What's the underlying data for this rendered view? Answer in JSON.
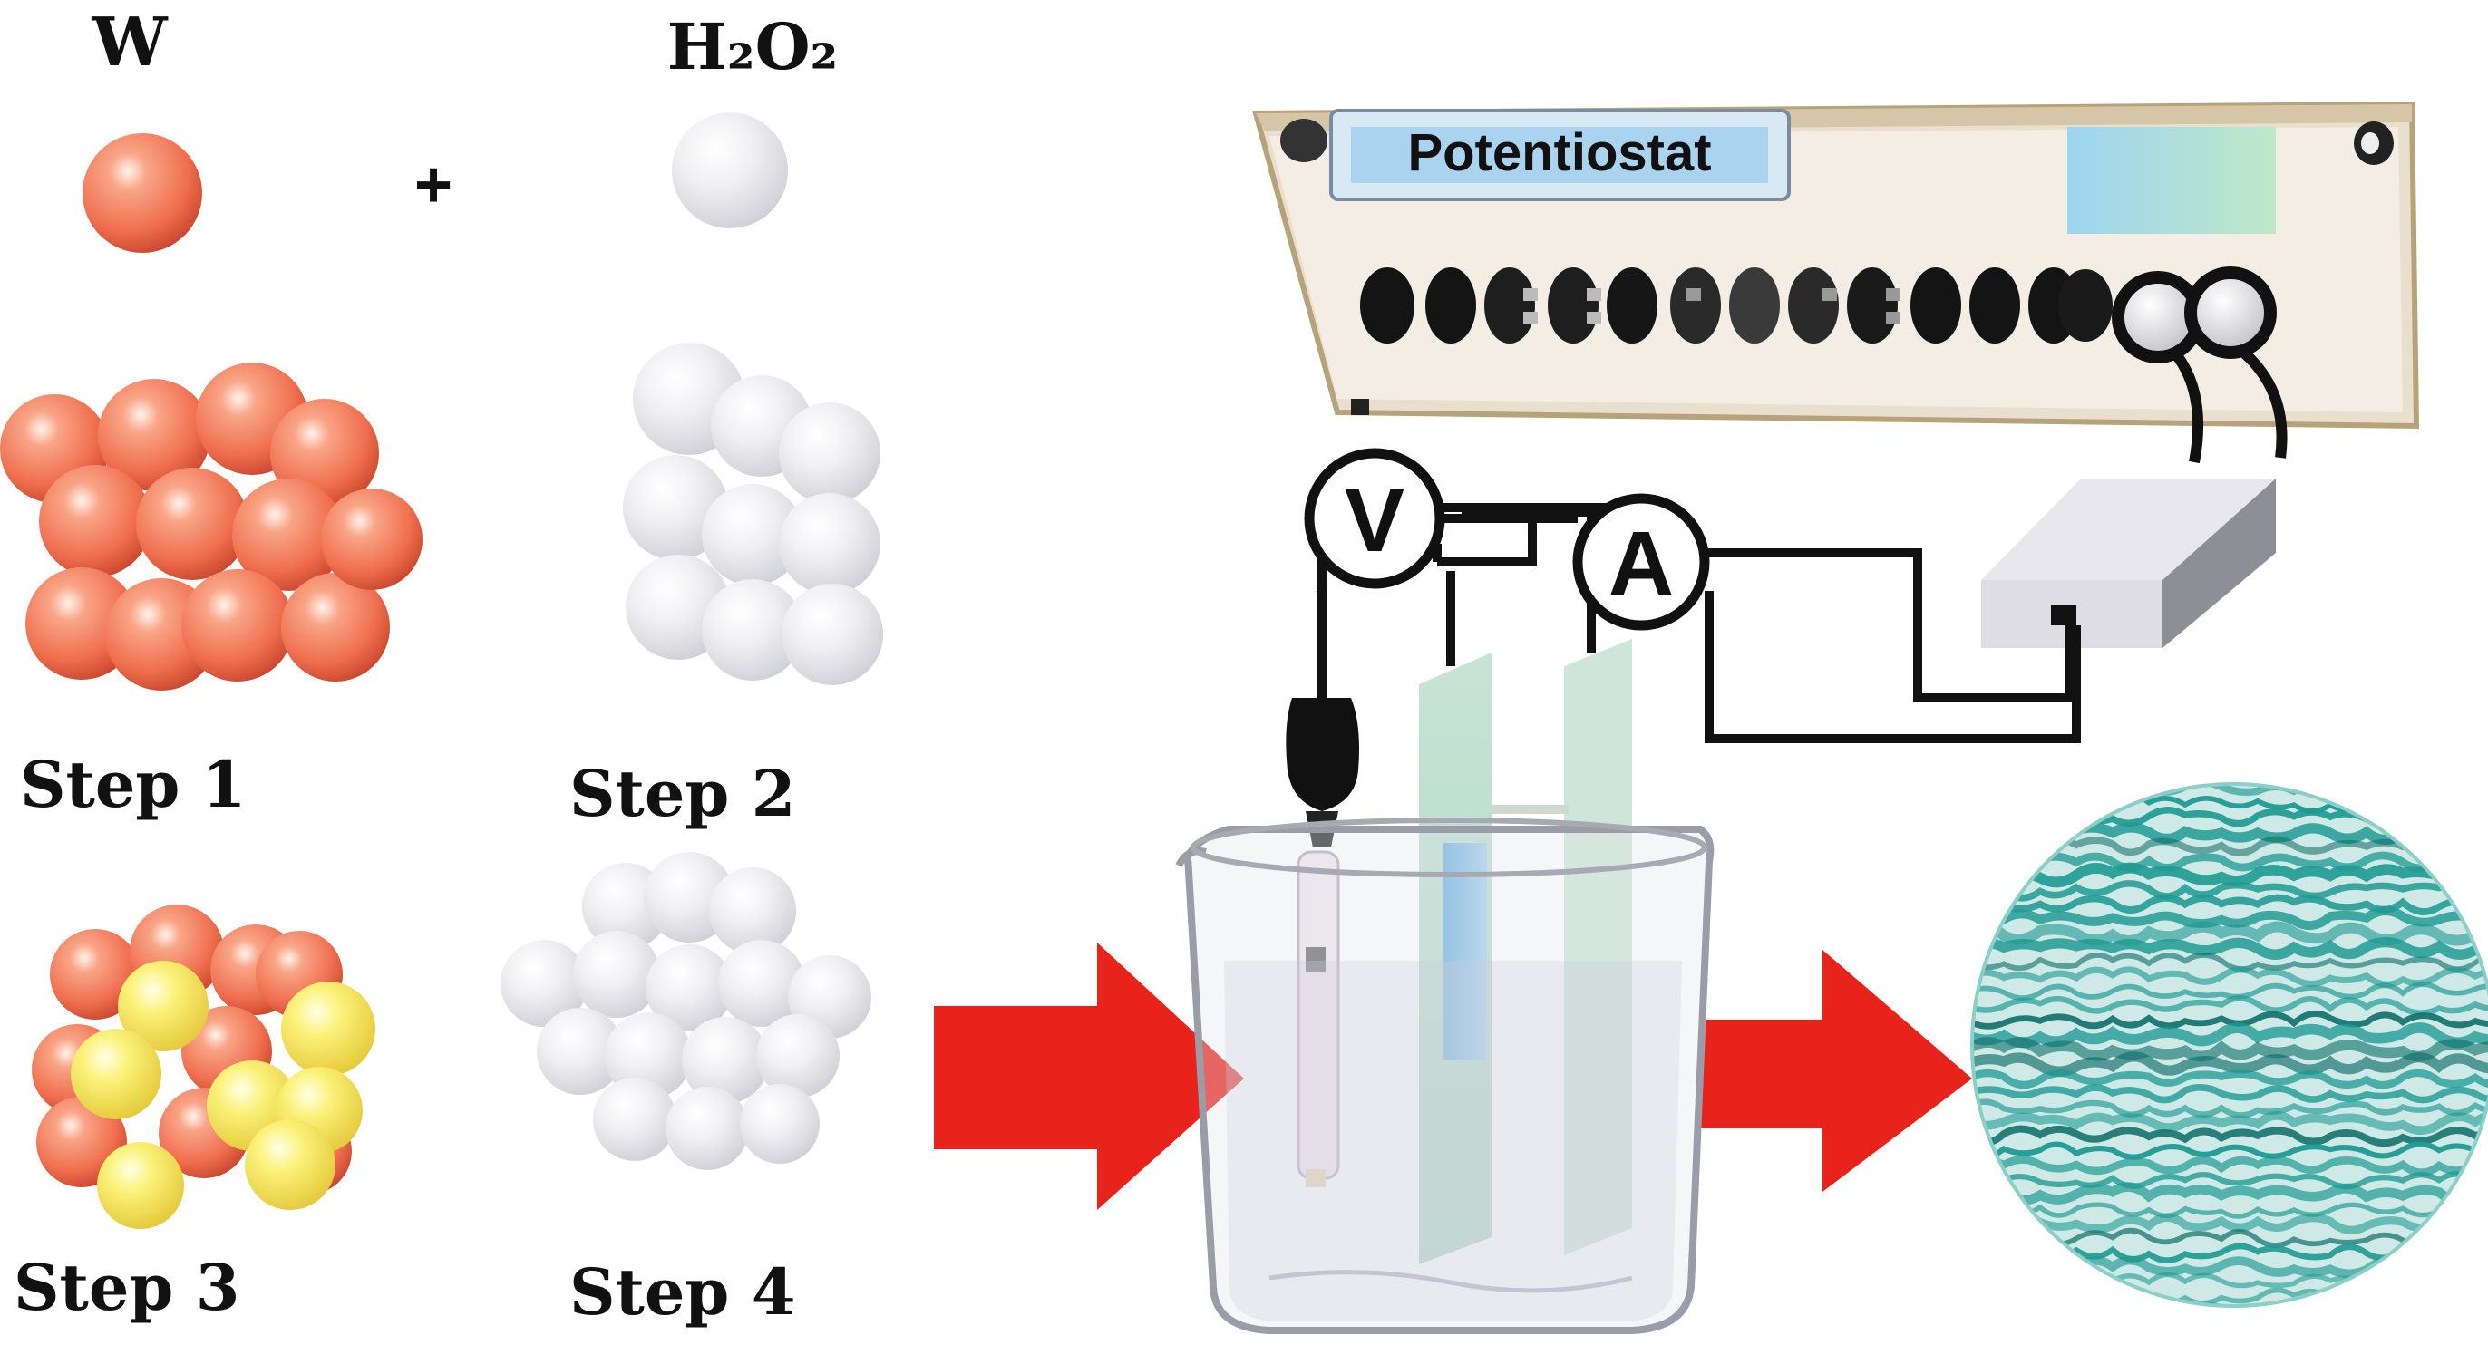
{
  "reactants": {
    "w_label": "W",
    "plus_sign": "+",
    "h2o2_label": "H₂O₂"
  },
  "steps": {
    "step1": "Step 1",
    "step2": "Step 2",
    "step3": "Step 3",
    "step4": "Step 4"
  },
  "instrument": {
    "device_label": "Potentiostat",
    "voltmeter_symbol": "V",
    "ammeter_symbol": "A"
  },
  "colors": {
    "tungsten_sphere": "#f07a5a",
    "peroxide_sphere": "#e6e6ea",
    "product_sphere": "#f6ef6a",
    "arrow": "#e8231c",
    "film_texture": "#1e9a93",
    "device_body": "#efe7dc",
    "device_frame": "#b8a27a"
  },
  "icons": {
    "process_arrow": "arrow-right-icon",
    "electrode": "plug-icon",
    "film": "textured-surface-icon"
  }
}
